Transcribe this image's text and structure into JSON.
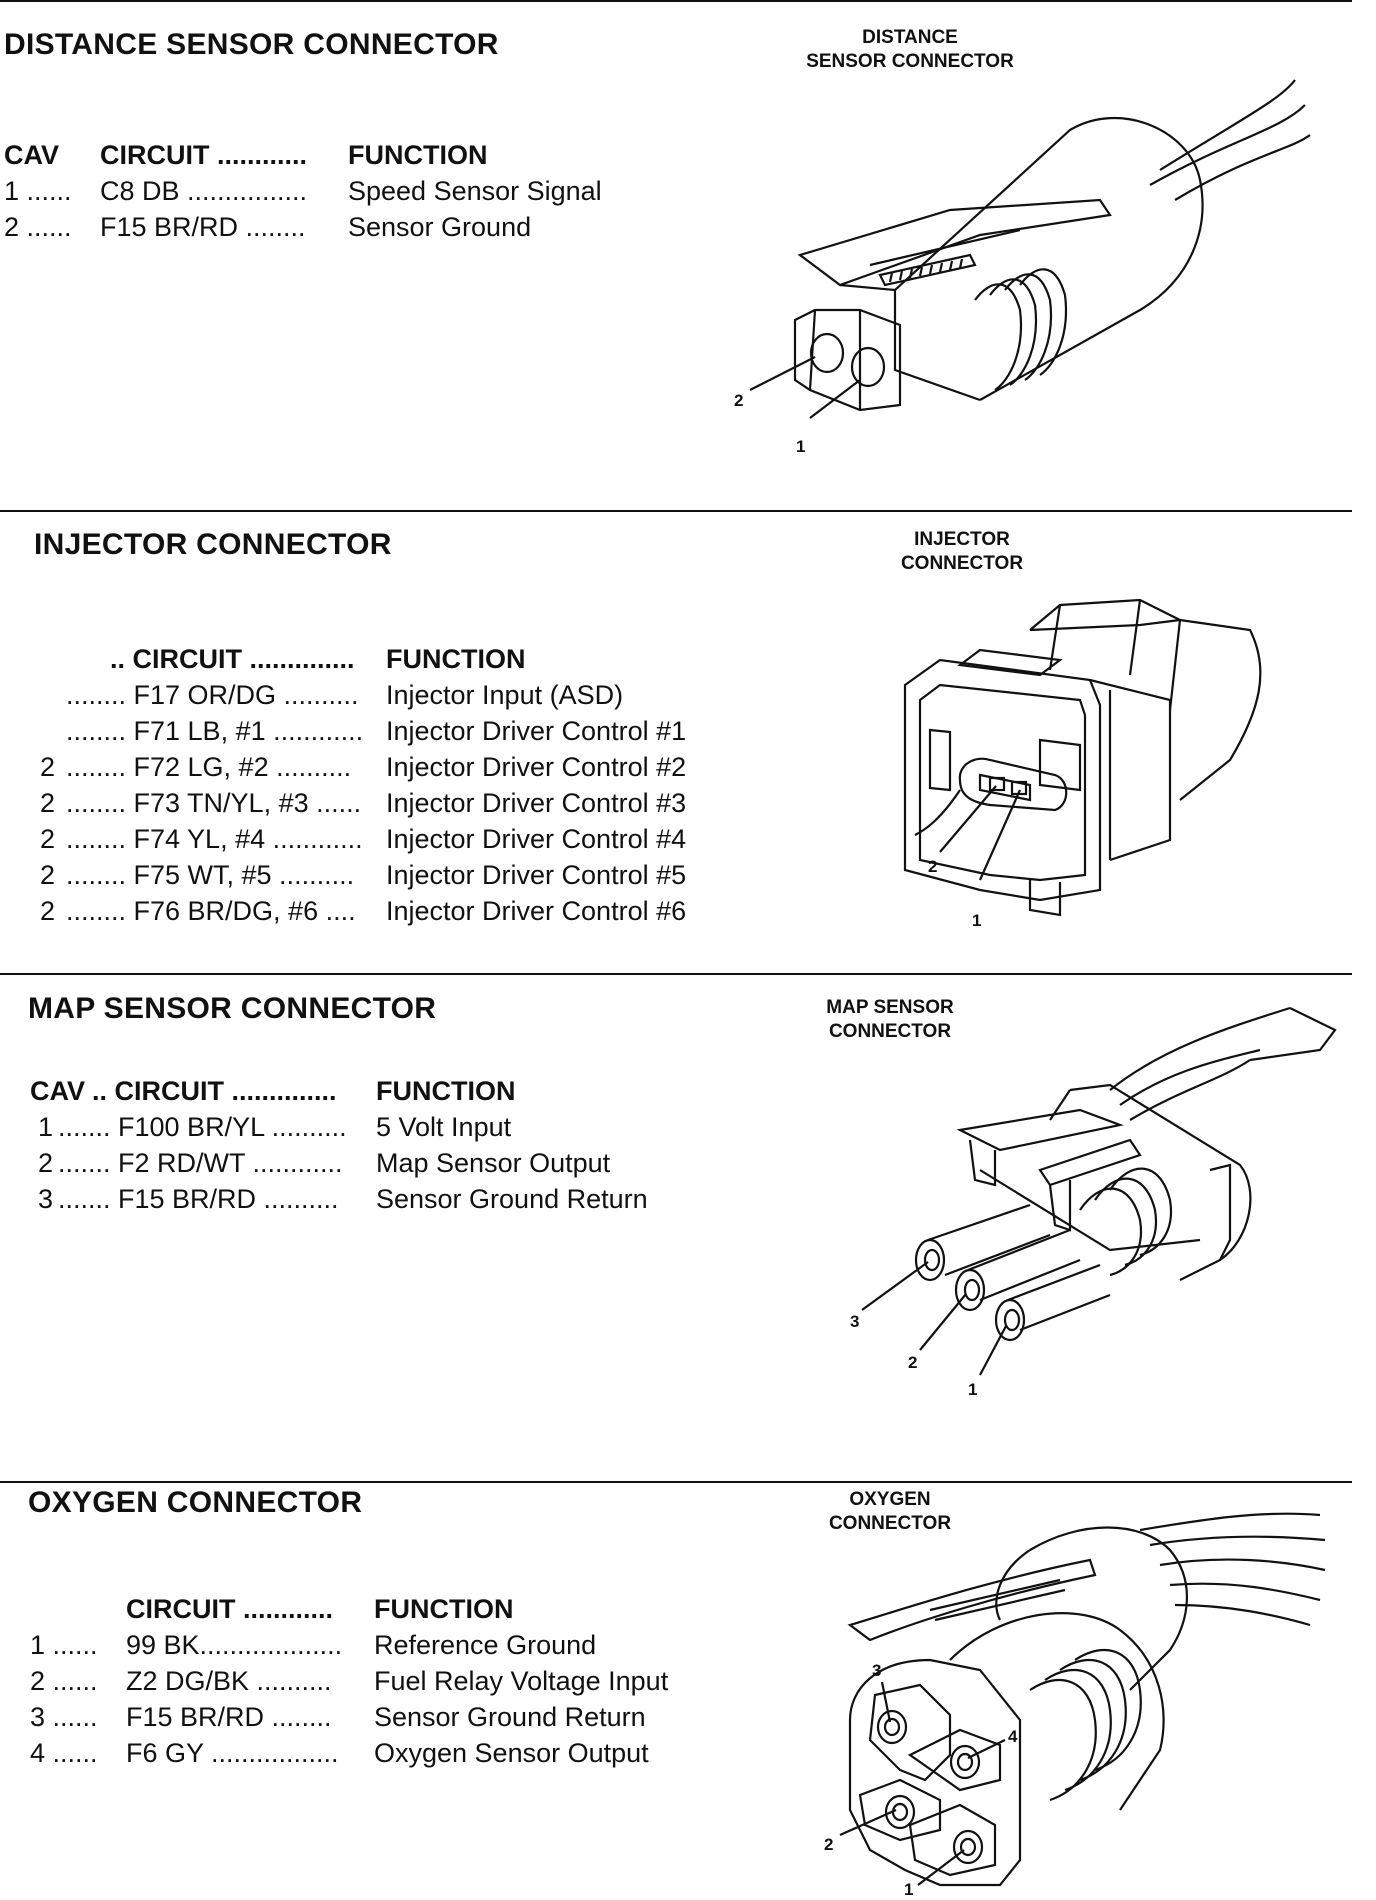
{
  "sections": {
    "distance": {
      "title": "DISTANCE SENSOR CONNECTOR",
      "header": {
        "cav": "CAV",
        "circuit": "CIRCUIT ............",
        "function": "FUNCTION"
      },
      "rows": [
        {
          "cav": "1 ......",
          "circuit": "C8 DB ................",
          "function": "Speed Sensor Signal"
        },
        {
          "cav": "2 ......",
          "circuit": "F15 BR/RD ........",
          "function": "Sensor Ground"
        }
      ],
      "figure": {
        "caption_line1": "DISTANCE",
        "caption_line2": "SENSOR CONNECTOR",
        "pins": [
          "2",
          "1"
        ]
      }
    },
    "injector": {
      "title": "INJECTOR CONNECTOR",
      "header": {
        "cav": "",
        "circuit": ".. CIRCUIT ..............",
        "function": "FUNCTION"
      },
      "rows": [
        {
          "cav": "",
          "circuit": "........ F17 OR/DG ..........",
          "function": "Injector Input (ASD)"
        },
        {
          "cav": "",
          "circuit": "........ F71 LB, #1 ............",
          "function": "Injector Driver Control  #1"
        },
        {
          "cav": "2",
          "circuit": "........ F72 LG, #2  ..........",
          "function": "Injector Driver Control  #2"
        },
        {
          "cav": "2",
          "circuit": "........ F73 TN/YL, #3 ......",
          "function": "Injector Driver Control  #3"
        },
        {
          "cav": "2",
          "circuit": "........ F74 YL, #4 ............",
          "function": "Injector Driver Control  #4"
        },
        {
          "cav": "2",
          "circuit": "........ F75 WT, #5 ..........",
          "function": "Injector Driver Control  #5"
        },
        {
          "cav": "2",
          "circuit": "........ F76 BR/DG, #6 ....",
          "function": "Injector Driver Control  #6"
        }
      ],
      "figure": {
        "caption_line1": "INJECTOR",
        "caption_line2": "CONNECTOR",
        "pins": [
          "2",
          "1"
        ]
      }
    },
    "map": {
      "title": "MAP SENSOR CONNECTOR",
      "header": {
        "cav": "CAV",
        "circuit": ".. CIRCUIT ..............",
        "function": "FUNCTION"
      },
      "rows": [
        {
          "cav": "1",
          "circuit": "....... F100 BR/YL ..........",
          "function": "5 Volt Input"
        },
        {
          "cav": "2",
          "circuit": "....... F2 RD/WT ............",
          "function": "Map Sensor Output"
        },
        {
          "cav": "3",
          "circuit": "....... F15 BR/RD  ..........",
          "function": "Sensor Ground Return"
        }
      ],
      "figure": {
        "caption_line1": "MAP SENSOR",
        "caption_line2": "CONNECTOR",
        "pins": [
          "3",
          "2",
          "1"
        ]
      }
    },
    "oxygen": {
      "title": "OXYGEN CONNECTOR",
      "header": {
        "cav": "",
        "circuit": "CIRCUIT ............",
        "function": "FUNCTION"
      },
      "rows": [
        {
          "cav": "1 ......",
          "circuit": "99 BK...................",
          "function": "Reference Ground"
        },
        {
          "cav": "2 ......",
          "circuit": "Z2 DG/BK ..........",
          "function": "Fuel Relay Voltage Input"
        },
        {
          "cav": "3 ......",
          "circuit": "F15 BR/RD ........",
          "function": "Sensor Ground Return"
        },
        {
          "cav": "4 ......",
          "circuit": "F6 GY .................",
          "function": "Oxygen Sensor Output"
        }
      ],
      "figure": {
        "caption_line1": "OXYGEN",
        "caption_line2": "CONNECTOR",
        "pins": [
          "3",
          "4",
          "2",
          "1"
        ]
      }
    }
  }
}
